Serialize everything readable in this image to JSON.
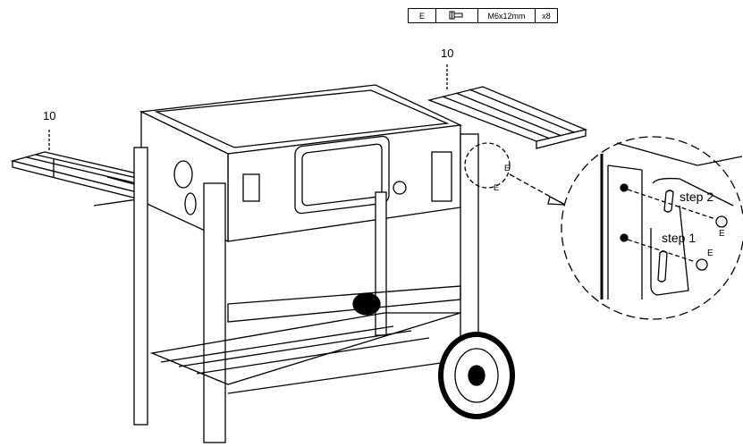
{
  "parts_table": {
    "letter": "E",
    "icon": "bolt-icon",
    "size": "M6x12mm",
    "quantity": "x8"
  },
  "callouts": {
    "left_shelf": "10",
    "right_shelf": "10"
  },
  "detail": {
    "step2": "step  2",
    "step1": "step  1",
    "bolt_label_upper": "E",
    "bolt_label_lower": "E"
  },
  "overview_bolt_labels": {
    "upper": "E",
    "lower": "E"
  }
}
